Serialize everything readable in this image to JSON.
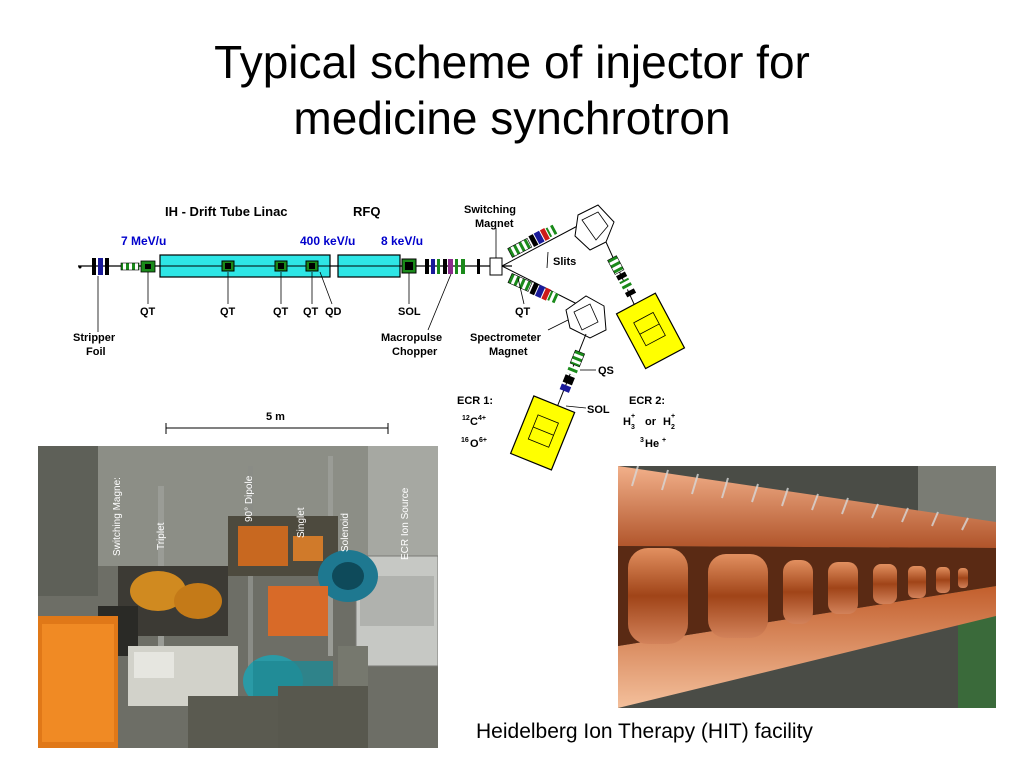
{
  "title": {
    "line1": "Typical scheme of injector for",
    "line2": "medicine synchrotron"
  },
  "diagram": {
    "linac_label": "IH - Drift Tube Linac",
    "rfq_label": "RFQ",
    "switching_magnet": [
      "Switching",
      "Magnet"
    ],
    "energy_7": "7 MeV/u",
    "energy_400": "400  keV/u",
    "energy_8": "8 keV/u",
    "slits": "Slits",
    "qt": "QT",
    "qd": "QD",
    "sol": "SOL",
    "stripper_foil": [
      "Stripper",
      "Foil"
    ],
    "macropulse_chopper": [
      "Macropulse",
      "Chopper"
    ],
    "spectrometer_magnet": [
      "Spectrometer",
      "Magnet"
    ],
    "qs": "QS",
    "ecr1_title": "ECR 1:",
    "ecr1_c": "C",
    "ecr1_c_mass": "12",
    "ecr1_c_charge": "4+",
    "ecr1_o": "O",
    "ecr1_o_mass": "16",
    "ecr1_o_charge": "6+",
    "ecr2_title": "ECR 2:",
    "ecr2_h3": "H",
    "ecr2_h3_sub": "3",
    "ecr2_or": "or",
    "ecr2_h2": "H",
    "ecr2_h2_sub": "2",
    "ecr2_plus": "+",
    "ecr2_he": "He",
    "ecr2_he_mass": "3",
    "ecr2_he_charge": "+",
    "scale": "5 m",
    "colors": {
      "linac": "#2ee6e6",
      "ecr": "#ffff00",
      "energy_text": "#0000cc"
    }
  },
  "photo_left": {
    "labels": [
      "Switching Magne:",
      "Triplet",
      "90° Dipole",
      "Singlet",
      "Solenoid",
      "ECR Ion Source"
    ]
  },
  "caption": "Heidelberg Ion Therapy (HIT) facility"
}
